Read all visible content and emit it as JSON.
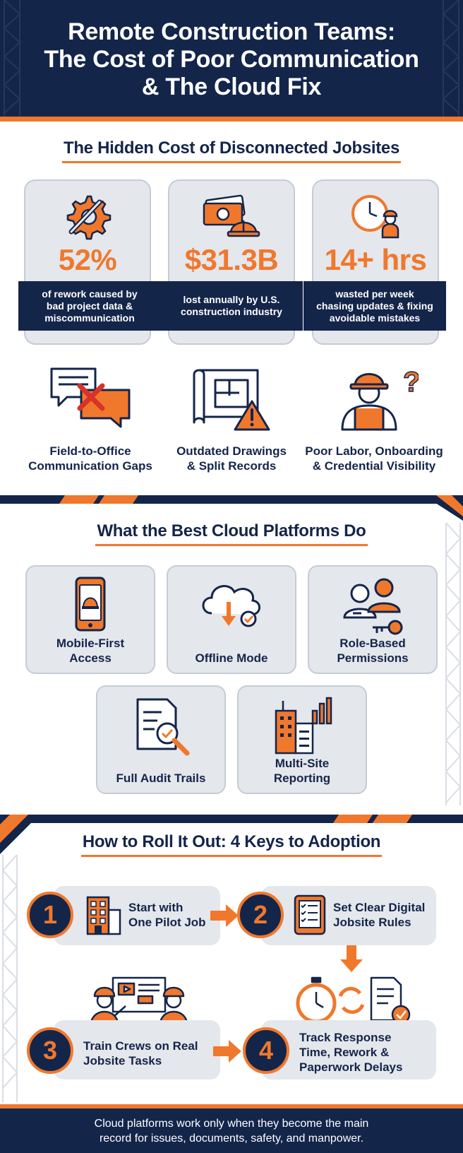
{
  "header": {
    "title_line1": "Remote Construction Teams:",
    "title_line2": "The Cost of Poor Communication",
    "title_line3": "& The Cloud Fix"
  },
  "section1": {
    "title": "The Hidden Cost of Disconnected Jobsites",
    "stats": [
      {
        "value": "52%",
        "line1": "of rework caused by",
        "line2": "bad project data &",
        "line3": "miscommunication",
        "icon": "gear-wrench-icon"
      },
      {
        "value": "$31.3B",
        "line1": "lost annually by U.S.",
        "line2": "construction industry",
        "line3": "",
        "icon": "money-hardhat-icon"
      },
      {
        "value": "14+ hrs",
        "line1": "wasted per week",
        "line2": "chasing updates & fixing",
        "line3": "avoidable mistakes",
        "icon": "clock-worker-icon"
      }
    ],
    "problems": [
      {
        "line1": "Field-to-Office",
        "line2": "Communication Gaps",
        "icon": "chat-cross-icon"
      },
      {
        "line1": "Outdated Drawings",
        "line2": "& Split Records",
        "icon": "blueprint-warning-icon"
      },
      {
        "line1": "Poor Labor, Onboarding",
        "line2": "& Credential Visibility",
        "icon": "worker-question-icon"
      }
    ]
  },
  "section2": {
    "title": "What the Best Cloud Platforms Do",
    "features": [
      {
        "line1": "Mobile-First",
        "line2": "Access",
        "icon": "phone-hardhat-icon"
      },
      {
        "line1": "Offline Mode",
        "line2": "",
        "icon": "cloud-download-icon"
      },
      {
        "line1": "Role-Based",
        "line2": "Permissions",
        "icon": "users-key-icon"
      },
      {
        "line1": "Full Audit Trails",
        "line2": "",
        "icon": "document-magnifier-icon"
      },
      {
        "line1": "Multi-Site",
        "line2": "Reporting",
        "icon": "buildings-chart-icon"
      }
    ]
  },
  "section3": {
    "title": "How to Roll It Out: 4 Keys to Adoption",
    "steps": [
      {
        "num": "1",
        "line1": "Start with",
        "line2": "One Pilot Job",
        "line3": "",
        "icon": "building-icon"
      },
      {
        "num": "2",
        "line1": "Set Clear Digital",
        "line2": "Jobsite Rules",
        "line3": "",
        "icon": "tablet-checklist-icon"
      },
      {
        "num": "3",
        "line1": "Train Crews on Real",
        "line2": "Jobsite Tasks",
        "line3": "",
        "icon": "crew-training-icon"
      },
      {
        "num": "4",
        "line1": "Track Response",
        "line2": "Time, Rework &",
        "line3": "Paperwork Delays",
        "icon": "stopwatch-document-icon"
      }
    ]
  },
  "footer": {
    "line1": "Cloud platforms work only when they become the main",
    "line2": "record for issues, documents, safety, and manpower."
  },
  "colors": {
    "navy": "#14254a",
    "orange": "#f0782d",
    "card": "#e4e7ec"
  }
}
